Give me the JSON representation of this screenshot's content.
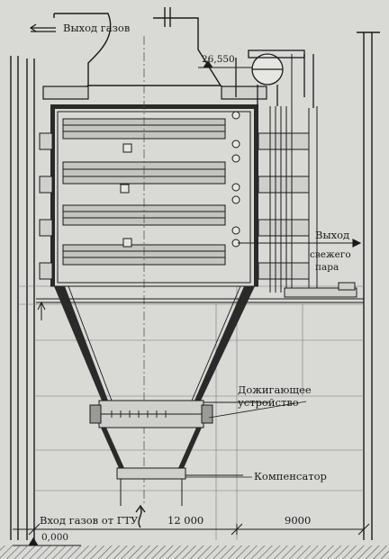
{
  "labels": {
    "gas_outlet": "Выход газов",
    "elevation_top": "26,550",
    "steam_outlet_line1": "Выход",
    "steam_outlet_line2": "свежего",
    "steam_outlet_line3": "пара",
    "afterburner_line1": "Дожигающее",
    "afterburner_line2": "устройство",
    "compensator": "Компенсатор",
    "gas_inlet": "Вход газов от ГТУ",
    "dim_width": "12 000",
    "dim_right": "9000",
    "elevation_zero": "0,000"
  },
  "colors": {
    "background": "#d9d9d6",
    "ink": "#1a1a1a",
    "wall_fill": "#2a2a2a",
    "hatch": "#555555"
  }
}
